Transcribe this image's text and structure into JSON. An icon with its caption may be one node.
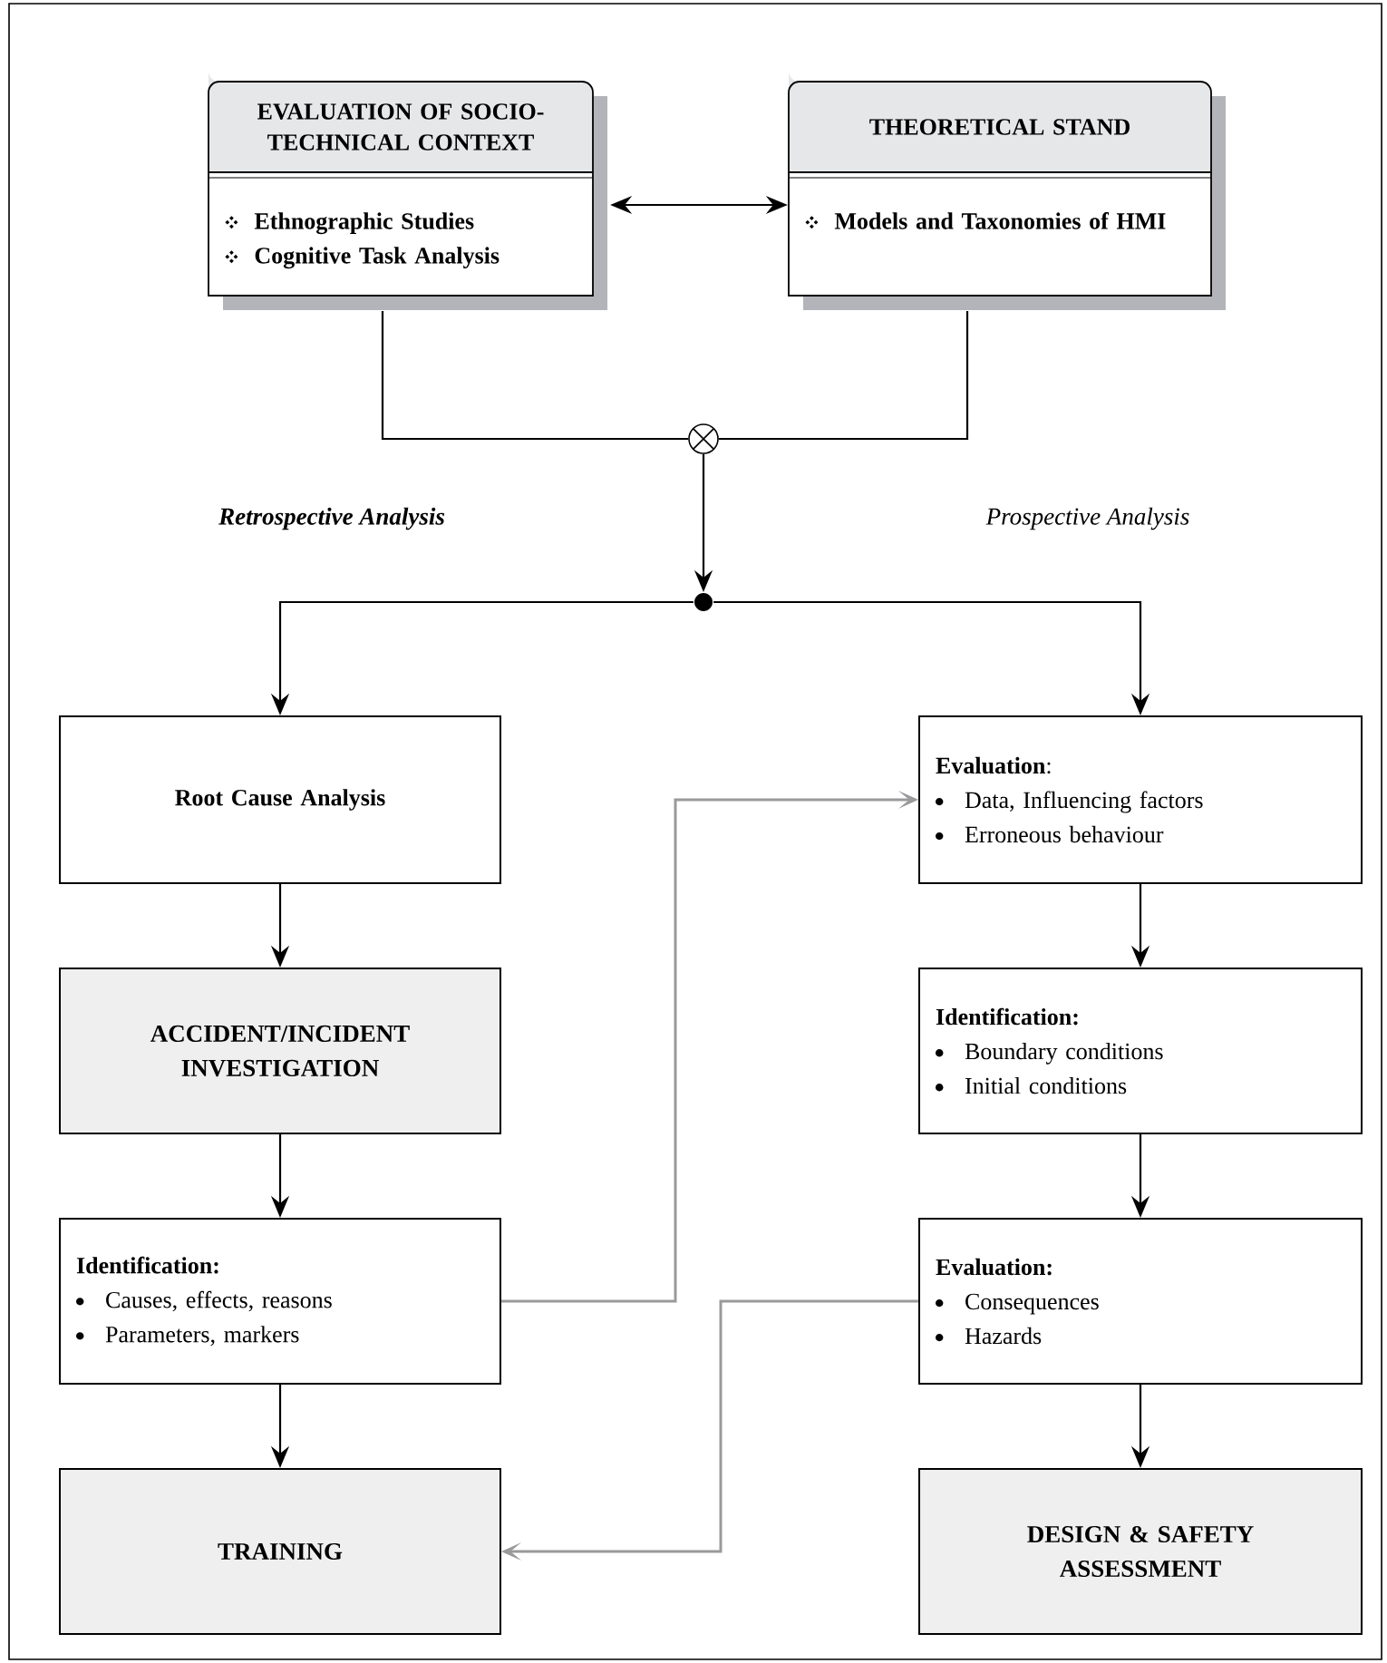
{
  "diagram": {
    "nodes": [
      {
        "text": [
          "EVALUATION OF SOCIO-TECHNICAL CONTEXT",
          "Ethnographic Studies",
          "Cognitive Task Analysis"
        ]
      },
      {
        "text": [
          "THEORETICAL STAND",
          "Models and Taxonomies of HMI"
        ]
      },
      {
        "text": [],
        "shape": "circle"
      },
      {
        "text": [],
        "shape": "circle"
      },
      {
        "text": [
          "Root Cause Analysis"
        ]
      },
      {
        "text": [
          "ACCIDENT/INCIDENT INVESTIGATION"
        ]
      },
      {
        "text": [
          "Identification:",
          "Causes, effects, reasons",
          "Parameters, markers"
        ]
      },
      {
        "text": [
          "TRAINING"
        ]
      },
      {
        "text": [
          "**Evaluation**:",
          "Data, Influencing factors",
          "Erroneous behaviour"
        ]
      },
      {
        "text": [
          "Identification:",
          "Boundary conditions",
          "Initial conditions"
        ]
      },
      {
        "text": [
          "Evaluation:",
          "Consequences",
          "Hazards"
        ]
      },
      {
        "text": [
          "DESIGN & SAFETY ASSESSMENT"
        ]
      }
    ],
    "edges": [
      {
        "from": 0,
        "to": 1,
        "arrow": "both"
      },
      {
        "from": 0,
        "to": 2,
        "arrow": "none"
      },
      {
        "from": 1,
        "to": 2,
        "arrow": "none"
      },
      {
        "from": 2,
        "to": 3,
        "arrow": "to"
      },
      {
        "from": 3,
        "to": 4,
        "arrow": "to"
      },
      {
        "from": 3,
        "to": 8,
        "arrow": "to"
      },
      {
        "from": 4,
        "to": 5,
        "arrow": "to"
      },
      {
        "from": 5,
        "to": 6,
        "arrow": "to"
      },
      {
        "from": 6,
        "to": 7,
        "arrow": "to"
      },
      {
        "from": 8,
        "to": 9,
        "arrow": "to"
      },
      {
        "from": 9,
        "to": 10,
        "arrow": "to"
      },
      {
        "from": 10,
        "to": 11,
        "arrow": "to"
      },
      {
        "from": 6,
        "to": 8,
        "arrow": "to",
        "color": "#999a9c"
      },
      {
        "from": 10,
        "to": 7,
        "arrow": "to",
        "color": "#999a9c"
      }
    ],
    "labels": [
      "Retrospective Analysis",
      "Prospective Analysis"
    ]
  }
}
